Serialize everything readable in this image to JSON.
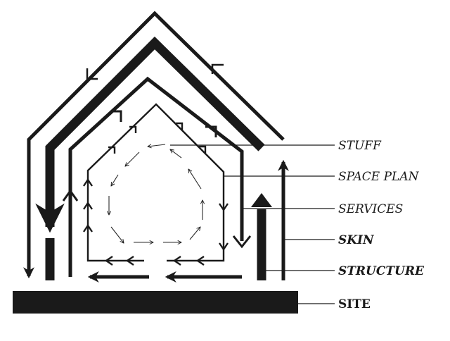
{
  "colors": {
    "ink": "#1a1a1a",
    "background": "#ffffff"
  },
  "layers": [
    {
      "key": "stuff",
      "label": "STUFF"
    },
    {
      "key": "space_plan",
      "label": "SPACE PLAN"
    },
    {
      "key": "services",
      "label": "SERVICES"
    },
    {
      "key": "skin",
      "label": "SKIN"
    },
    {
      "key": "structure",
      "label": "STRUCTURE"
    },
    {
      "key": "site",
      "label": "SITE"
    }
  ]
}
